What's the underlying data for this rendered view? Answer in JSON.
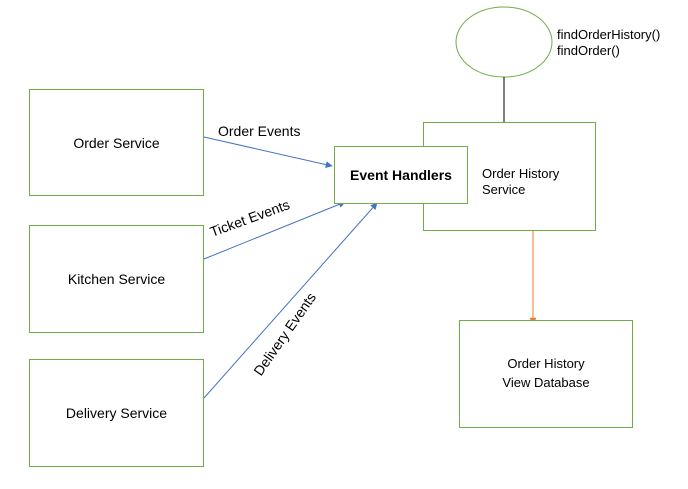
{
  "colors": {
    "box_border": "#70ad47",
    "event_arrow": "#4472c4",
    "db_arrow": "#ed7d31",
    "api_line": "#000000"
  },
  "services": {
    "order": "Order Service",
    "kitchen": "Kitchen Service",
    "delivery": "Delivery Service"
  },
  "event_handlers": "Event Handlers",
  "order_history_service": {
    "line1": "Order History",
    "line2": "Service"
  },
  "api": {
    "method1": "findOrderHistory()",
    "method2": "findOrder()"
  },
  "database": {
    "line1": "Order History",
    "line2": "View Database"
  },
  "events": {
    "order": "Order Events",
    "ticket": "Ticket Events",
    "delivery": "Delivery Events"
  }
}
